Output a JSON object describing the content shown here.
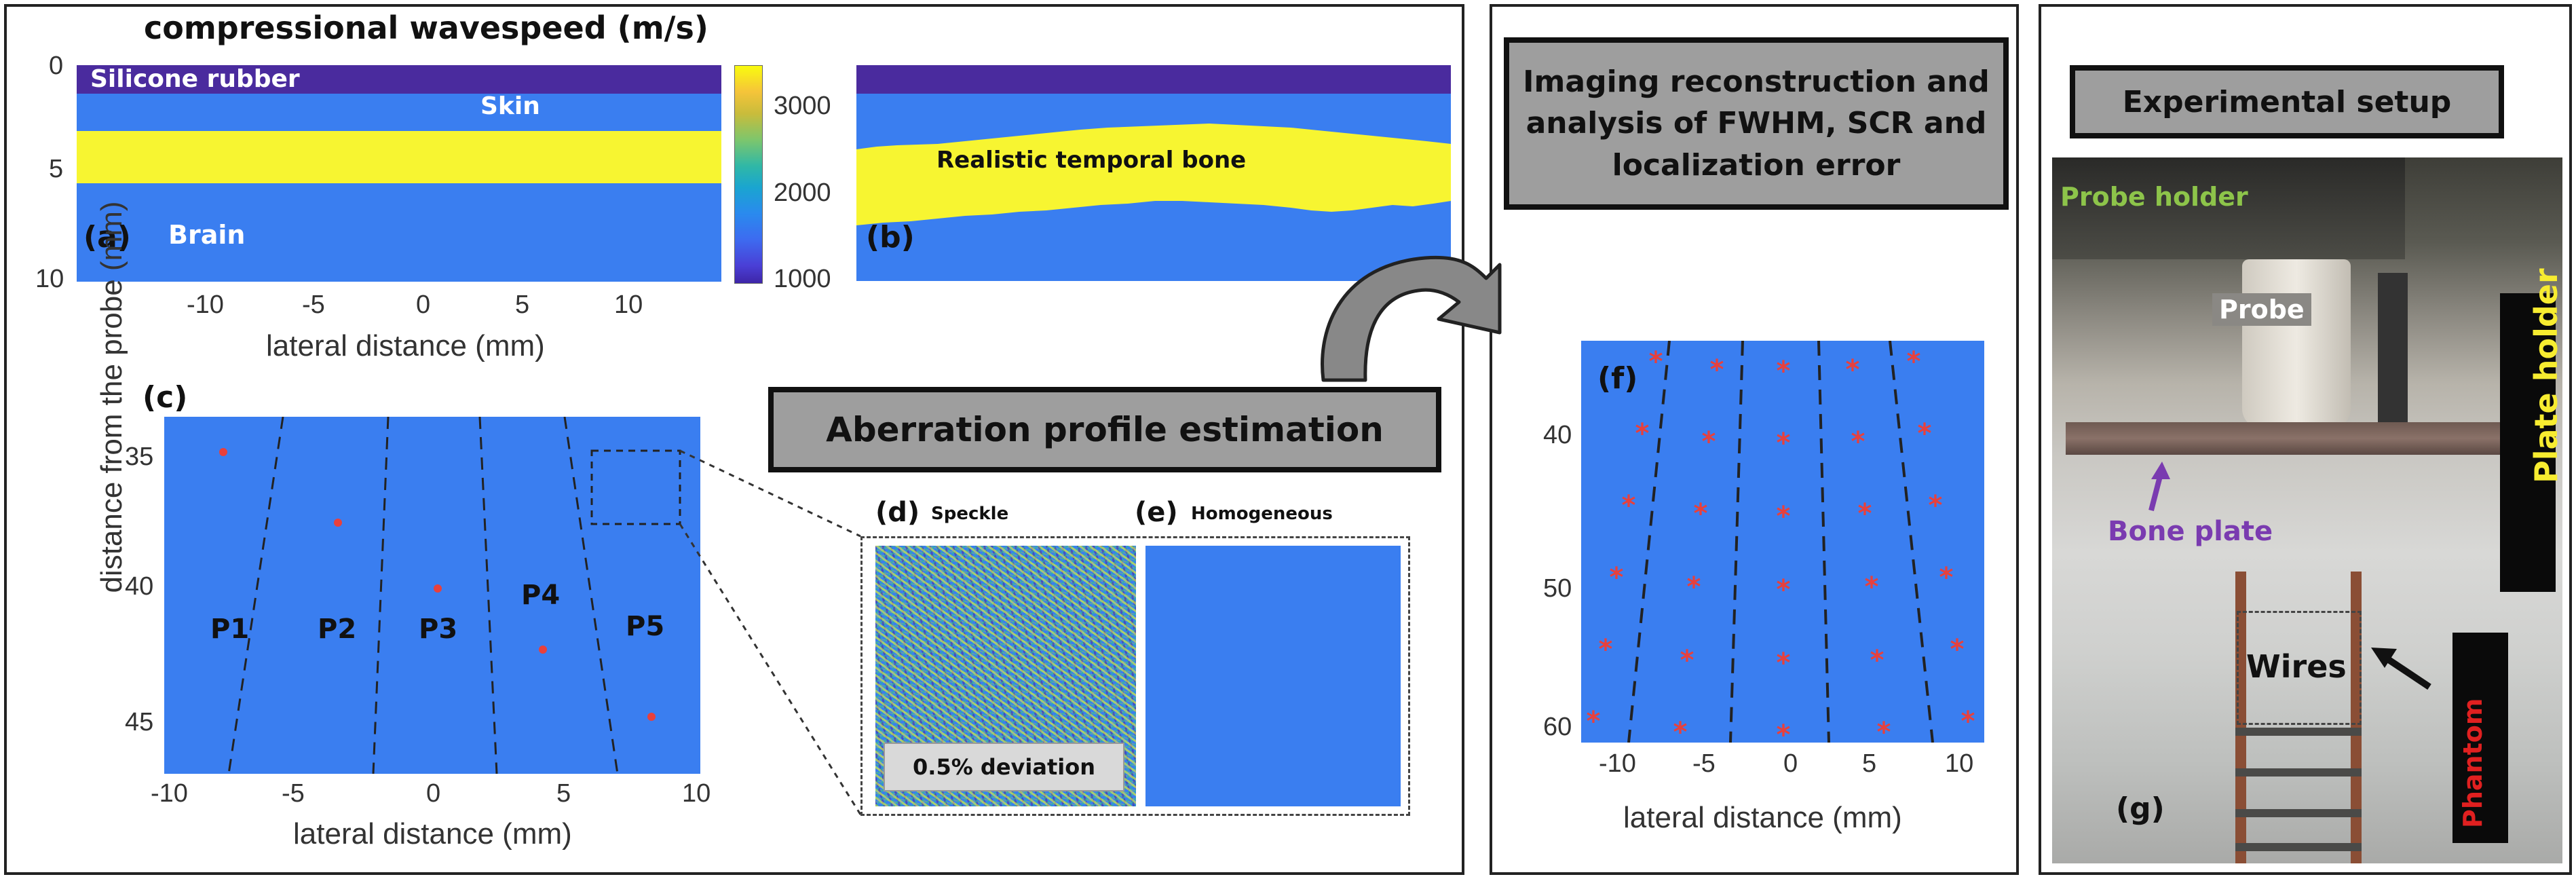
{
  "colors": {
    "brain": "#3A7EF0",
    "skin": "#3A7EF0",
    "silicone": "#4A2B9E",
    "bone": "#F7F531",
    "dot": "#E8403C",
    "box_gray": "#9E9E9E"
  },
  "panel_a": {
    "title": "compressional wavespeed (m/s)",
    "letter": "(a)",
    "labels": {
      "silicone": "Silicone rubber",
      "skin": "Skin",
      "brain": "Brain"
    },
    "y_ticks": [
      "0",
      "5",
      "10"
    ],
    "x_ticks": [
      "-10",
      "-5",
      "0",
      "5",
      "10"
    ],
    "x_label": "lateral distance (mm)",
    "colorbar_ticks": [
      "3000",
      "2000",
      "1000"
    ]
  },
  "panel_b": {
    "letter": "(b)",
    "bone_label": "Realistic temporal bone"
  },
  "panel_c": {
    "letter": "(c)",
    "y_label": "distance from the probe (mm)",
    "y_ticks": [
      "35",
      "40",
      "45"
    ],
    "x_ticks": [
      "-10",
      "-5",
      "0",
      "5",
      "10"
    ],
    "x_label": "lateral distance (mm)",
    "patches": [
      "P1",
      "P2",
      "P3",
      "P4",
      "P5"
    ]
  },
  "panel_d": {
    "letter": "(d)",
    "title": "Speckle",
    "deviation": "0.5% deviation"
  },
  "panel_e": {
    "letter": "(e)",
    "title": "Homogeneous"
  },
  "aberration_box": "Aberration profile estimation",
  "imaging_box": "Imaging reconstruction and analysis of FWHM, SCR and localization error",
  "panel_f": {
    "letter": "(f)",
    "y_ticks": [
      "40",
      "50",
      "60"
    ],
    "x_ticks": [
      "-10",
      "-5",
      "0",
      "5",
      "10"
    ],
    "x_label": "lateral distance (mm)"
  },
  "setup_box": "Experimental setup",
  "panel_g": {
    "letter": "(g)",
    "probe_holder": "Probe holder",
    "probe": "Probe",
    "plate_holder": "Plate holder",
    "bone_plate": "Bone plate",
    "wires": "Wires",
    "phantom": "Phantom"
  }
}
